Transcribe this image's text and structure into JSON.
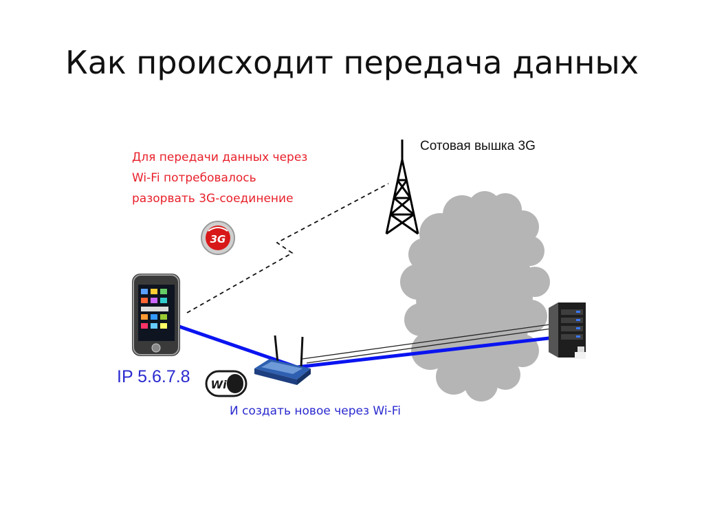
{
  "slide": {
    "title": "Как происходит передача данных"
  },
  "labels": {
    "tower": "Сотовая вышка 3G",
    "ip": "IP 5.6.7.8",
    "note_3g": [
      "Для передачи данных через",
      "Wi-Fi потребовалось",
      "разорвать 3G-соединение"
    ],
    "note_wifi": "И создать новое через Wi-Fi",
    "badge_3g": "3G",
    "wifi_logo": "Wi Fi"
  },
  "icons": {
    "phone": "smartphone-icon",
    "tower": "cell-tower-icon",
    "cloud": "internet-cloud-icon",
    "router": "wifi-router-icon",
    "server": "server-icon",
    "badge_3g": "3g-badge-icon",
    "wifi_logo": "wifi-logo-icon"
  },
  "colors": {
    "wifi_link": "#0a14f0",
    "note_red": "#e8202a",
    "note_blue": "#2a2ad0",
    "cloud": "#b4b4b4"
  }
}
